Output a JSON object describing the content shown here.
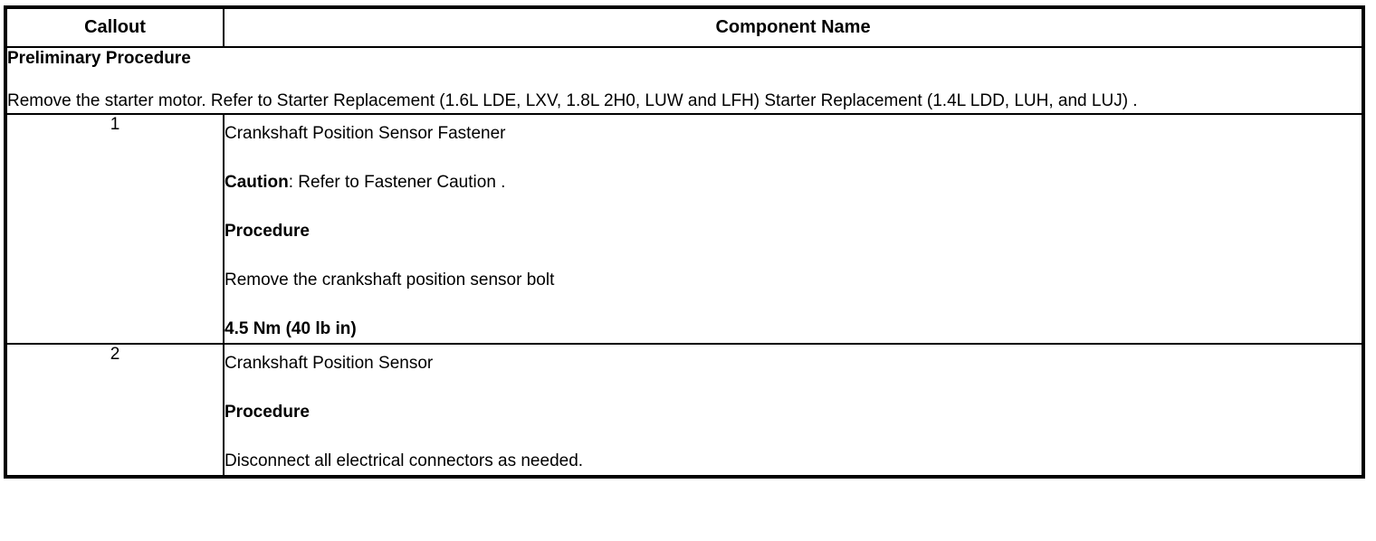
{
  "table": {
    "headers": {
      "callout": "Callout",
      "component_name": "Component Name"
    },
    "preliminary": {
      "title": "Preliminary Procedure",
      "body": "Remove the starter motor. Refer to Starter Replacement (1.6L LDE, LXV, 1.8L 2H0, LUW and LFH) Starter Replacement (1.4L LDD, LUH, and LUJ) ."
    },
    "rows": [
      {
        "callout": "1",
        "lines": [
          {
            "text": "Crankshaft Position Sensor Fastener",
            "bold": false
          },
          {
            "lead": "Caution",
            "text": ": Refer to Fastener Caution .",
            "bold": false
          },
          {
            "text": "Procedure",
            "bold": true
          },
          {
            "text": "Remove the crankshaft position sensor bolt",
            "bold": false
          },
          {
            "text": "4.5 Nm (40 lb in)",
            "bold": true
          }
        ]
      },
      {
        "callout": "2",
        "lines": [
          {
            "text": "Crankshaft Position Sensor",
            "bold": false
          },
          {
            "text": "Procedure",
            "bold": true
          },
          {
            "text": "Disconnect all electrical connectors as needed.",
            "bold": false
          }
        ]
      }
    ]
  },
  "colors": {
    "border": "#000000",
    "text": "#000000",
    "background": "#ffffff"
  }
}
